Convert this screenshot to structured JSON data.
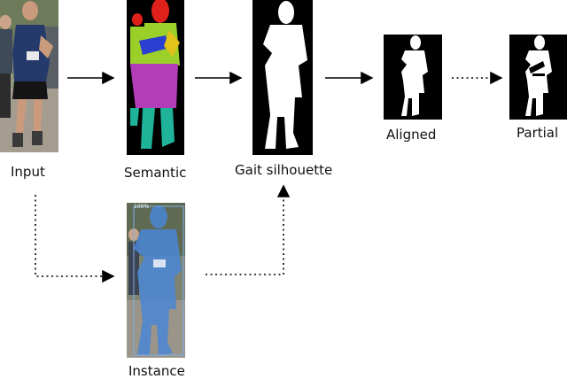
{
  "labels": {
    "input": "Input",
    "semantic": "Semantic",
    "gait_silhouette": "Gait silhouette",
    "aligned": "Aligned",
    "partial": "Partial",
    "instance": "Instance"
  },
  "instance_score": "100%",
  "colors": {
    "background": "#ffffff",
    "mask_bg": "#000000",
    "silhouette": "#ffffff",
    "semantic_head": "#e0201b",
    "semantic_torso": "#9bcf2a",
    "semantic_arm": "#2a3fd0",
    "semantic_pants": "#b33db8",
    "semantic_legs": "#1fb39a",
    "instance_overlay": "#4a86d6",
    "arrow": "#000000"
  }
}
